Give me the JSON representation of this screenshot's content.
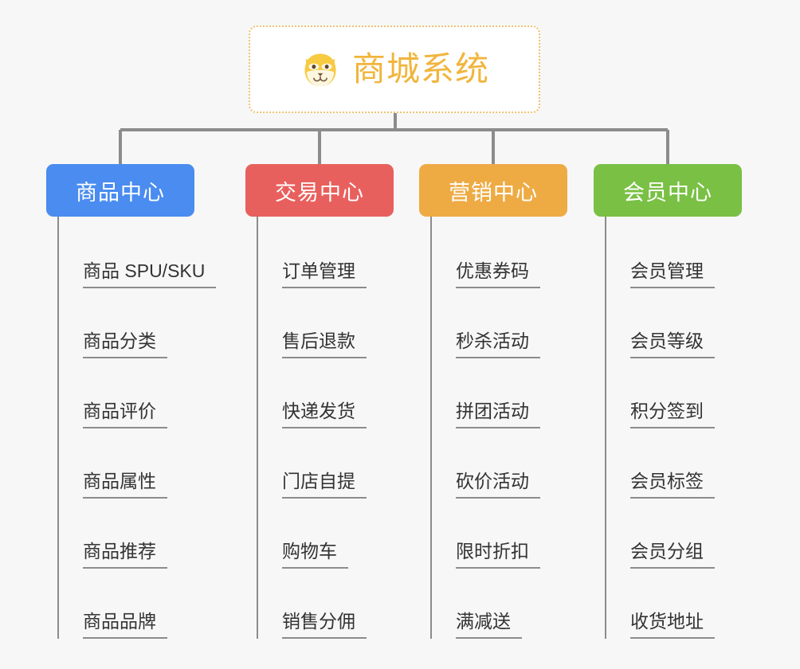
{
  "page": {
    "background_color": "#f7f7f7",
    "line_color": "#8c8c8c"
  },
  "root": {
    "title": "商城系统",
    "icon": "dog-face-icon",
    "text_color": "#f0b53c",
    "border_color": "#f0c070",
    "background_color": "#ffffff"
  },
  "branches": [
    {
      "label": "商品中心",
      "color": "#4a8cf0",
      "items": [
        {
          "label": "商品 SPU/SKU"
        },
        {
          "label": "商品分类"
        },
        {
          "label": "商品评价"
        },
        {
          "label": "商品属性"
        },
        {
          "label": "商品推荐"
        },
        {
          "label": "商品品牌"
        }
      ]
    },
    {
      "label": "交易中心",
      "color": "#e8605d",
      "items": [
        {
          "label": "订单管理"
        },
        {
          "label": "售后退款"
        },
        {
          "label": "快递发货"
        },
        {
          "label": "门店自提"
        },
        {
          "label": "购物车"
        },
        {
          "label": "销售分佣"
        }
      ]
    },
    {
      "label": "营销中心",
      "color": "#eeab44",
      "items": [
        {
          "label": "优惠券码"
        },
        {
          "label": "秒杀活动"
        },
        {
          "label": "拼团活动"
        },
        {
          "label": "砍价活动"
        },
        {
          "label": "限时折扣"
        },
        {
          "label": "满减送"
        }
      ]
    },
    {
      "label": "会员中心",
      "color": "#79c044",
      "items": [
        {
          "label": "会员管理"
        },
        {
          "label": "会员等级"
        },
        {
          "label": "积分签到"
        },
        {
          "label": "会员标签"
        },
        {
          "label": "会员分组"
        },
        {
          "label": "收货地址"
        }
      ]
    }
  ]
}
